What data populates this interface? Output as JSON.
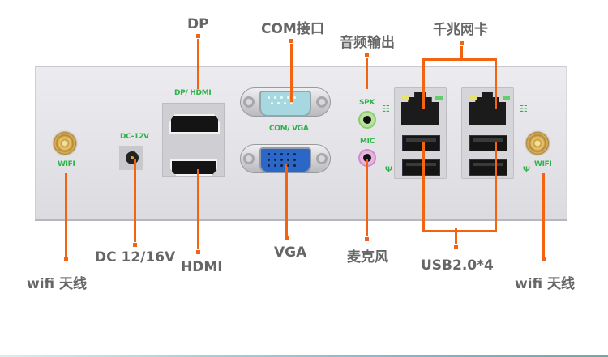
{
  "callouts": {
    "dp": "DP",
    "com": "COM接口",
    "audio_out": "音频输出",
    "gigabit_lan": "千兆网卡",
    "wifi_left": "wifi 天线",
    "dc": "DC 12/16V",
    "hdmi": "HDMI",
    "vga": "VGA",
    "mic": "麦克风",
    "usb": "USB2.0*4",
    "wifi_right": "wifi 天线"
  },
  "panel_labels": {
    "wifi_left": "WIFI",
    "dc": "DC-12V",
    "dp_hdmi": "DP/ HDMI",
    "com_vga": "COM/ VGA",
    "spk": "SPK",
    "mic": "MIC",
    "wifi_right": "WIFI"
  },
  "icons": {
    "network": "network-icon",
    "usb": "usb-icon"
  },
  "colors": {
    "accent_line": "#f26411",
    "panel_label_green": "#2db34a",
    "callout_text": "#666666"
  }
}
